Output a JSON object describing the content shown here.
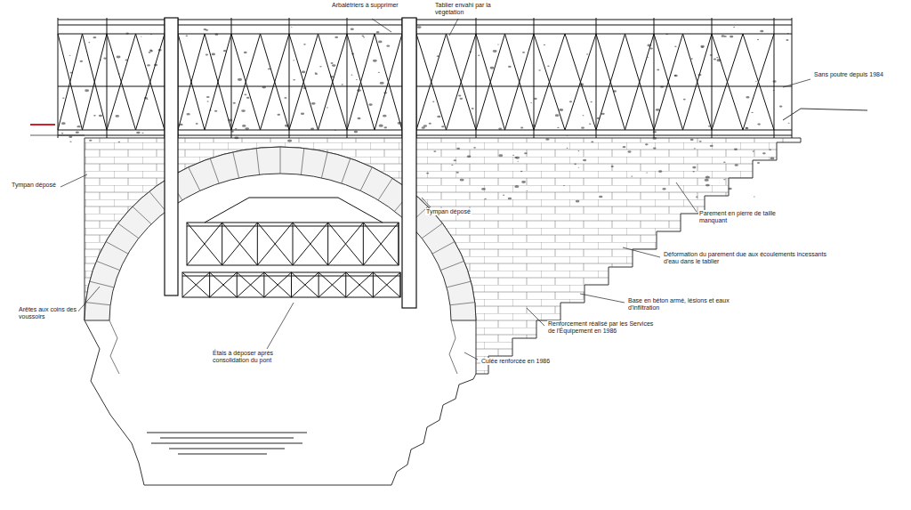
{
  "diagram": {
    "labels": [
      "Arbalétriers à supprimer",
      "Tablier envahi par la végétation",
      "Sans poutre depuis 1984",
      "Tympan déposé",
      "Tympan déposé",
      "Parement en pierre de taille manquant",
      "Déformation du parement due aux écoulements incessants d'eau dans le tablier",
      "Base en béton armé, lésions et eaux d'infiltration",
      "Renforcement réalisé par les Services de l'Équipement en 1986",
      "Culée renforcée en 1986",
      "Arêtes aux coins des voussoirs",
      "Étais à déposer après consolidation du pont"
    ]
  }
}
